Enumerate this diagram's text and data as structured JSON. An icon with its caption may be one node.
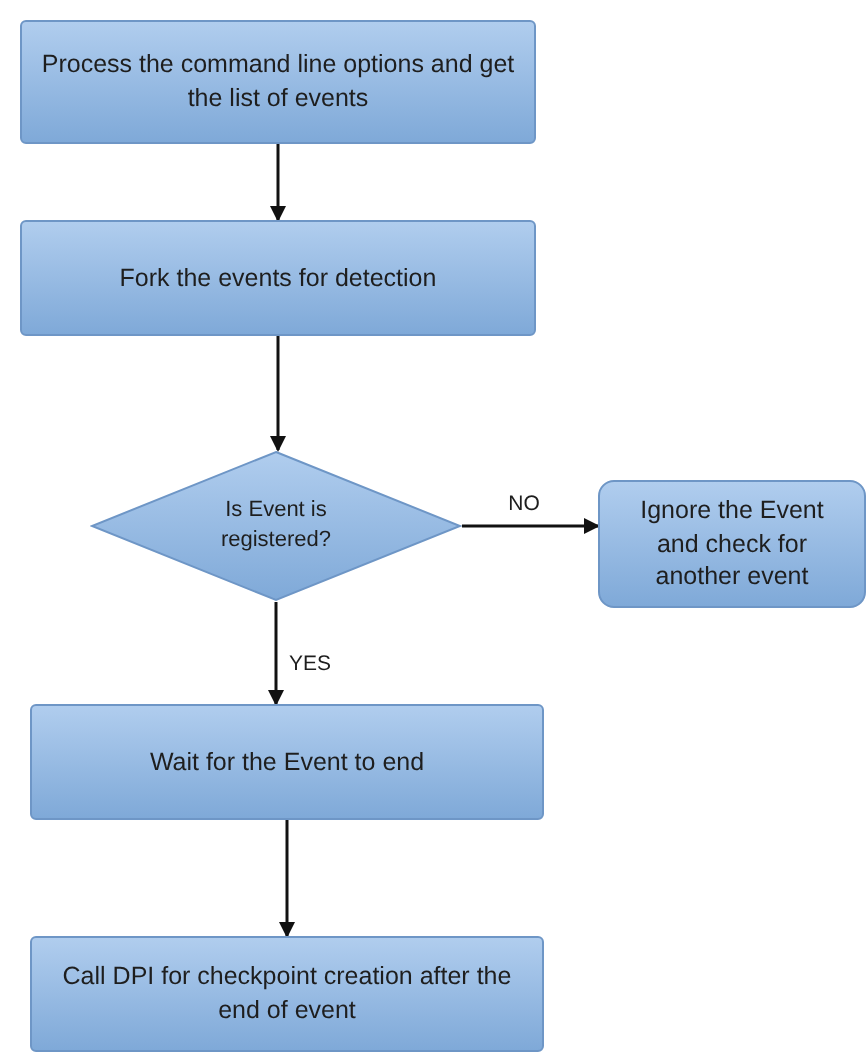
{
  "diagram": {
    "nodes": [
      {
        "text": [
          "Process the command line options and get the list of events"
        ]
      },
      {
        "text": [
          "Fork the events for detection"
        ]
      },
      {
        "text": [
          "Is Event is registered?"
        ]
      },
      {
        "text": [
          "Ignore the Event and check for another event"
        ]
      },
      {
        "text": [
          "Wait for the Event to end"
        ]
      },
      {
        "text": [
          "Call DPI for checkpoint creation after the end of event"
        ]
      }
    ],
    "edges": [
      {
        "from": 0,
        "to": 1,
        "arrow": "to"
      },
      {
        "from": 1,
        "to": 2,
        "arrow": "to"
      },
      {
        "from": 2,
        "to": 3,
        "arrow": "to",
        "label": "NO"
      },
      {
        "from": 2,
        "to": 4,
        "arrow": "to",
        "label": "YES"
      },
      {
        "from": 4,
        "to": 5,
        "arrow": "to"
      }
    ]
  }
}
